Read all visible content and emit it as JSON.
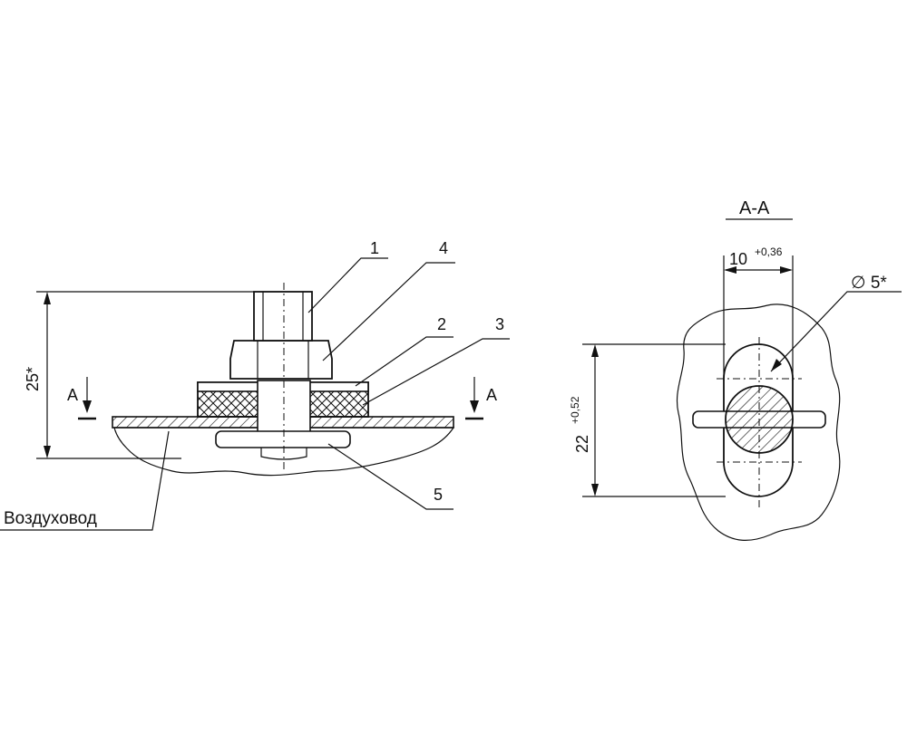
{
  "drawing": {
    "callouts": [
      "1",
      "4",
      "2",
      "3",
      "5"
    ],
    "dim_height": "25*",
    "section_mark": "А",
    "duct_label": "Воздуховод",
    "section_title": "А-А",
    "dim_width": "10",
    "dim_width_tol": "+0,36",
    "dim_diameter": "∅ 5*",
    "dim_slot": "22",
    "dim_slot_tol": "+0,52"
  }
}
